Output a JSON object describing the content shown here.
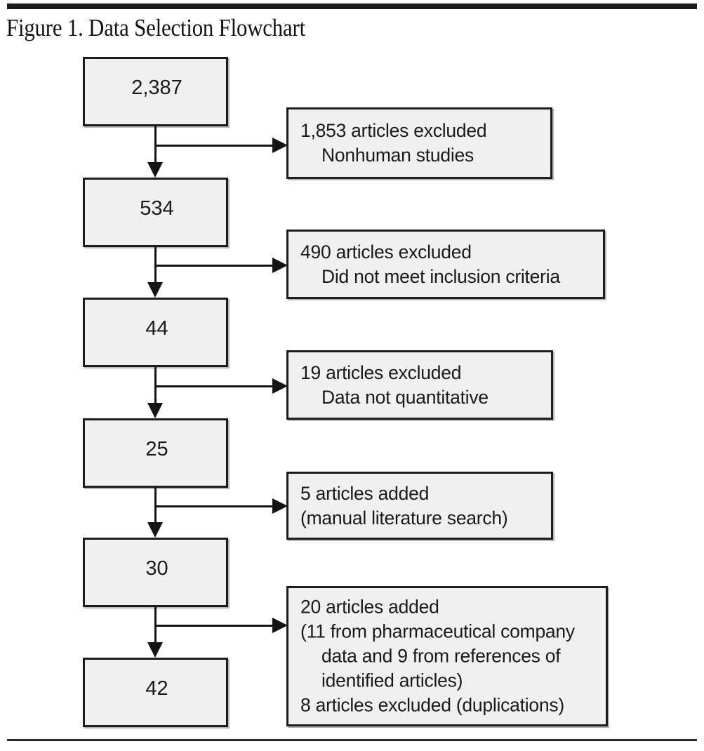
{
  "figure": {
    "title": "Figure 1. Data Selection Flowchart",
    "rule_color": "#1a1a1a",
    "box_fill": "#f0f0f0",
    "box_border": "#1c1c1c",
    "text_color": "#1a1a1a"
  },
  "chart_data": {
    "type": "diagram",
    "diagram_type": "prisma-flowchart",
    "title": "Figure 1. Data Selection Flowchart",
    "stages": [
      {
        "id": "stage-1",
        "count": "2,387"
      },
      {
        "id": "stage-2",
        "count": "534"
      },
      {
        "id": "stage-3",
        "count": "44"
      },
      {
        "id": "stage-4",
        "count": "25"
      },
      {
        "id": "stage-5",
        "count": "30"
      },
      {
        "id": "stage-6",
        "count": "42"
      }
    ],
    "annotations": [
      {
        "id": "note-1",
        "from": "stage-1",
        "to": "stage-2",
        "kind": "excluded",
        "count": 1853,
        "lines": [
          {
            "text": "1,853 articles excluded",
            "indent": false
          },
          {
            "text": "Nonhuman studies",
            "indent": true
          }
        ]
      },
      {
        "id": "note-2",
        "from": "stage-2",
        "to": "stage-3",
        "kind": "excluded",
        "count": 490,
        "lines": [
          {
            "text": "490 articles excluded",
            "indent": false
          },
          {
            "text": "Did not meet inclusion criteria",
            "indent": true
          }
        ]
      },
      {
        "id": "note-3",
        "from": "stage-3",
        "to": "stage-4",
        "kind": "excluded",
        "count": 19,
        "lines": [
          {
            "text": "19 articles excluded",
            "indent": false
          },
          {
            "text": "Data not quantitative",
            "indent": true
          }
        ]
      },
      {
        "id": "note-4",
        "from": "stage-4",
        "to": "stage-5",
        "kind": "added",
        "count": 5,
        "lines": [
          {
            "text": "5 articles added",
            "indent": false
          },
          {
            "text": "(manual literature search)",
            "indent": false
          }
        ]
      },
      {
        "id": "note-5",
        "from": "stage-5",
        "to": "stage-6",
        "kind": "added-and-excluded",
        "count": 20,
        "lines": [
          {
            "text": "20 articles added",
            "indent": false
          },
          {
            "text": "(11 from pharmaceutical company",
            "indent": false
          },
          {
            "text": "data and 9 from references of",
            "indent": true
          },
          {
            "text": "identified articles)",
            "indent": true
          },
          {
            "text": "8 articles excluded (duplications)",
            "indent": false
          }
        ]
      }
    ]
  }
}
